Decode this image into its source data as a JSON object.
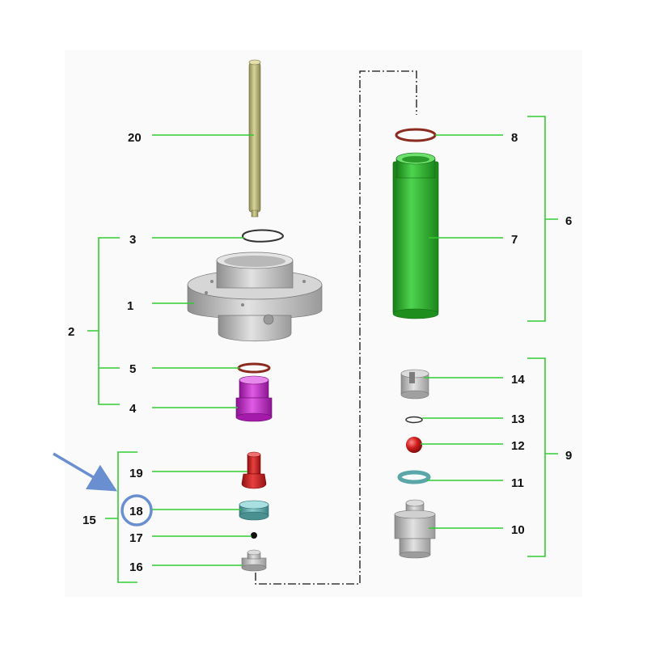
{
  "colors": {
    "leader": "#33cc33",
    "bracket": "#33cc33",
    "dashline": "#111111",
    "highlight": "#6a8fd0",
    "rod": "#b5b277",
    "body": "#c8c8c8",
    "sleeve": "#2aab2a",
    "oring": "#8b2a1e",
    "purple": "#c21ec8",
    "red": "#cc1a1a",
    "teal": "#5aa6a8"
  },
  "labels": {
    "l20": "20",
    "l3": "3",
    "l1": "1",
    "l2": "2",
    "l5": "5",
    "l4": "4",
    "l19": "19",
    "l18": "18",
    "l17": "17",
    "l16": "16",
    "l15": "15",
    "l8": "8",
    "l7": "7",
    "l6": "6",
    "l14": "14",
    "l13": "13",
    "l12": "12",
    "l11": "11",
    "l10": "10",
    "l9": "9"
  },
  "parts": {
    "rod": "push-rod",
    "clip": "retaining-clip",
    "body": "flange-body",
    "oring_small": "o-ring",
    "purple_part": "valve-seat",
    "red_part": "plunger",
    "teal_part": "seat-ring",
    "ball_small": "ball",
    "base_part": "valve-base",
    "oring_large": "o-ring-large",
    "sleeve": "green-sleeve",
    "cage": "ball-cage",
    "snap": "snap-ring",
    "red_ball": "red-ball",
    "teal_ring": "teal-ring",
    "fitting": "threaded-fitting"
  }
}
